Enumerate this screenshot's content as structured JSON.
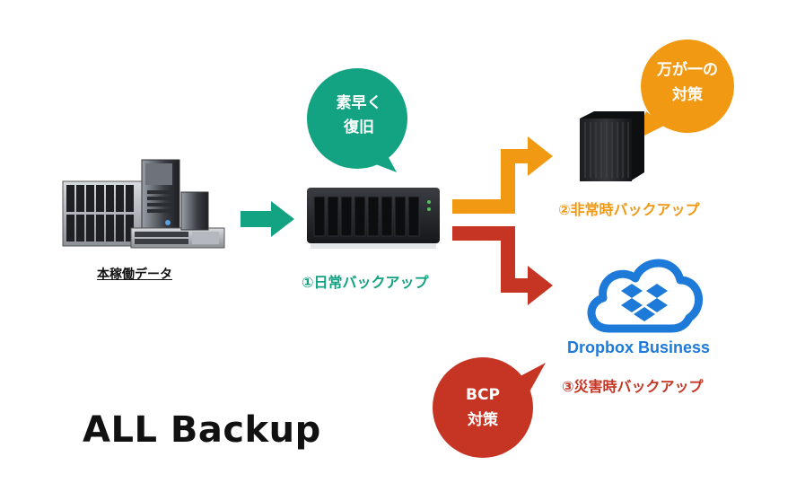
{
  "title": "ALL Backup",
  "source": {
    "label": "本稼働データ"
  },
  "daily": {
    "label": "①日常バックアップ",
    "bubble_line1": "素早く",
    "bubble_line2": "復旧"
  },
  "emergency": {
    "label": "②非常時バックアップ",
    "bubble_line1": "万が一の",
    "bubble_line2": "対策"
  },
  "disaster": {
    "label": "③災害時バックアップ",
    "bubble_line1": "BCP",
    "bubble_line2": "対策",
    "service_name": "Dropbox Business"
  },
  "colors": {
    "green": "#13a382",
    "orange": "#f29914",
    "red": "#c63524",
    "blue": "#1d7ad8"
  }
}
